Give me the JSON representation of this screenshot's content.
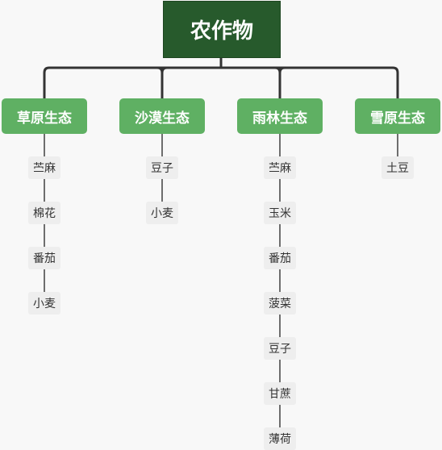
{
  "root": {
    "label": "农作物"
  },
  "branches": [
    {
      "label": "草原生态",
      "children": [
        "苎麻",
        "棉花",
        "番茄",
        "小麦"
      ]
    },
    {
      "label": "沙漠生态",
      "children": [
        "豆子",
        "小麦"
      ]
    },
    {
      "label": "雨林生态",
      "children": [
        "苎麻",
        "玉米",
        "番茄",
        "菠菜",
        "豆子",
        "甘蔗",
        "薄荷"
      ]
    },
    {
      "label": "雪原生态",
      "children": [
        "土豆"
      ]
    }
  ],
  "colors": {
    "root_bg": "#275a2c",
    "branch_bg": "#5fb063",
    "leaf_bg": "#eeeeee",
    "connector": "#333333",
    "background": "#f8f8f8"
  }
}
